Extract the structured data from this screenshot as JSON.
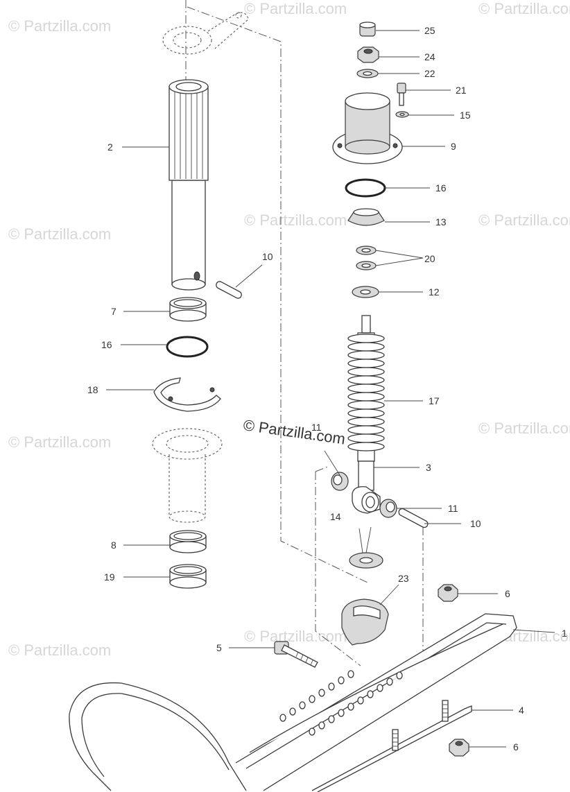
{
  "watermark": {
    "text": "© Partzilla.com",
    "center_text": "© Partzilla.com"
  },
  "callouts": {
    "c25": "25",
    "c24": "24",
    "c22": "22",
    "c21": "21",
    "c15": "15",
    "c9": "9",
    "c16a": "16",
    "c13": "13",
    "c20": "20",
    "c12": "12",
    "c17": "17",
    "c3": "3",
    "c11a": "11",
    "c11b": "11",
    "c10a": "10",
    "c10b": "10",
    "c14": "14",
    "c23": "23",
    "c6a": "6",
    "c6b": "6",
    "c1": "1",
    "c5": "5",
    "c4": "4",
    "c2": "2",
    "c7": "7",
    "c16b": "16",
    "c18": "18",
    "c8": "8",
    "c19": "19"
  }
}
